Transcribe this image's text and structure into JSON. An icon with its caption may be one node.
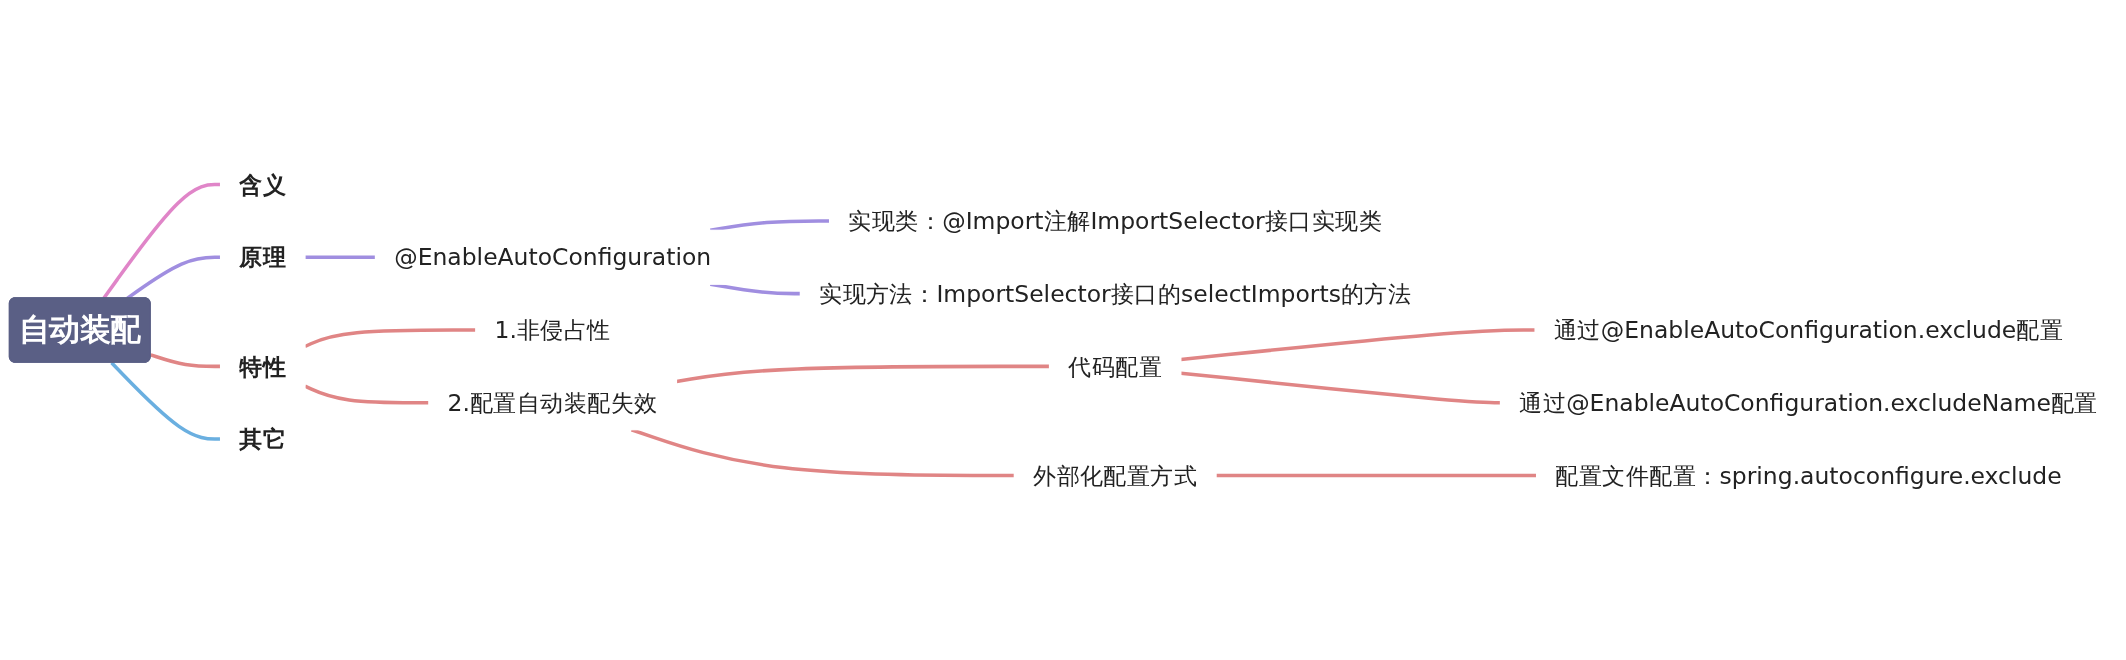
{
  "diagram": {
    "nodes": [
      {
        "text": [
          "自动装配"
        ]
      },
      {
        "text": [
          "含义"
        ]
      },
      {
        "text": [
          "原理"
        ]
      },
      {
        "text": [
          "@EnableAutoConfiguration"
        ]
      },
      {
        "text": [
          "实现类：@Import注解ImportSelector接口实现类"
        ]
      },
      {
        "text": [
          "实现方法：ImportSelector接口的selectImports的方法"
        ]
      },
      {
        "text": [
          "特性"
        ]
      },
      {
        "text": [
          "1.非侵占性"
        ]
      },
      {
        "text": [
          "2.配置自动装配失效"
        ]
      },
      {
        "text": [
          "代码配置"
        ]
      },
      {
        "text": [
          "通过@EnableAutoConfiguration.exclude配置"
        ]
      },
      {
        "text": [
          "通过@EnableAutoConfiguration.excludeName配置"
        ]
      },
      {
        "text": [
          "外部化配置方式"
        ]
      },
      {
        "text": [
          "配置文件配置：spring.autoconfigure.exclude"
        ]
      },
      {
        "text": [
          "其它"
        ]
      }
    ],
    "edges": [
      {
        "from": 0,
        "to": 1,
        "arrow": "none",
        "color": "#e085c8"
      },
      {
        "from": 0,
        "to": 2,
        "arrow": "none",
        "color": "#a08ee0"
      },
      {
        "from": 2,
        "to": 3,
        "arrow": "none",
        "color": "#a08ee0"
      },
      {
        "from": 3,
        "to": 4,
        "arrow": "none",
        "color": "#a08ee0"
      },
      {
        "from": 3,
        "to": 5,
        "arrow": "none",
        "color": "#a08ee0"
      },
      {
        "from": 0,
        "to": 6,
        "arrow": "none"
      },
      {
        "from": 6,
        "to": 7,
        "arrow": "none"
      },
      {
        "from": 6,
        "to": 8,
        "arrow": "none"
      },
      {
        "from": 8,
        "to": 9,
        "arrow": "none"
      },
      {
        "from": 9,
        "to": 10,
        "arrow": "none"
      },
      {
        "from": 9,
        "to": 11,
        "arrow": "none"
      },
      {
        "from": 8,
        "to": 12,
        "arrow": "none"
      },
      {
        "from": 12,
        "to": 13,
        "arrow": "none"
      },
      {
        "from": 0,
        "to": 14,
        "arrow": "none",
        "color": "#6aafe0"
      }
    ]
  }
}
